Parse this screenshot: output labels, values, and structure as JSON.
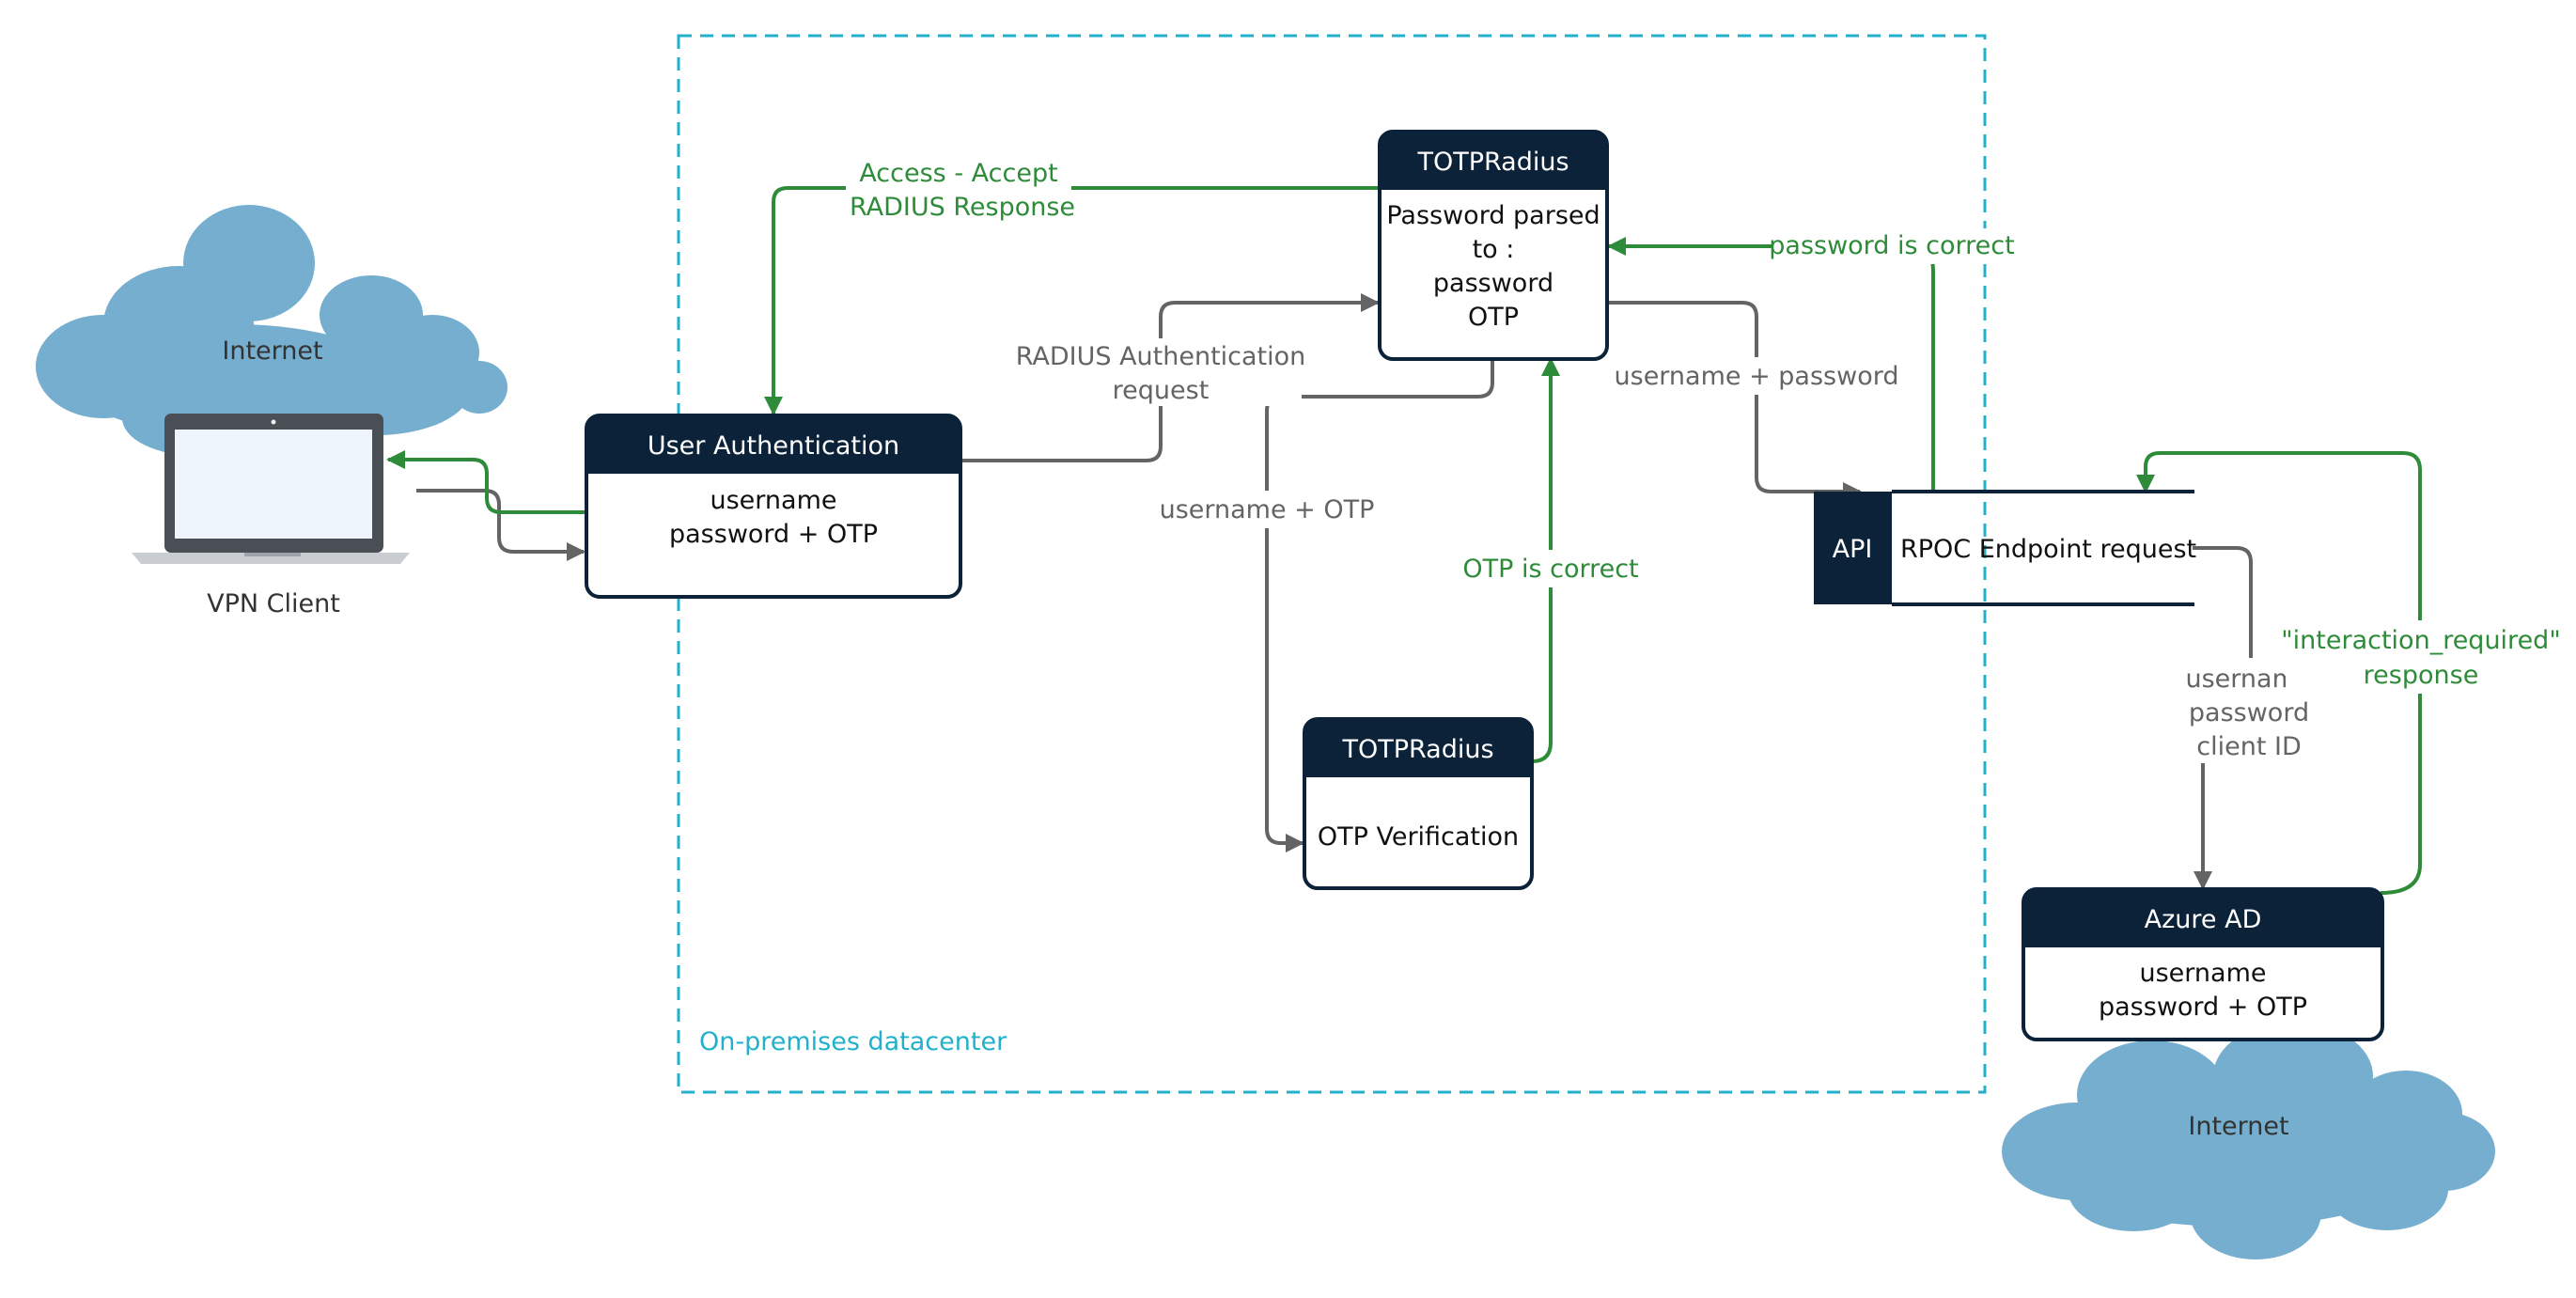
{
  "colors": {
    "navy": "#0b2239",
    "green": "#2e8b3a",
    "gray": "#646464",
    "cloud": "#75aece",
    "dashed_border": "#22b0cb",
    "text_dark": "#111111",
    "laptop_frame": "#4a4e55",
    "laptop_screen": "#eef4fb"
  },
  "clouds": {
    "left_label": "Internet",
    "right_label": "Internet"
  },
  "vpn_client": {
    "label": "VPN Client"
  },
  "datacenter": {
    "label": "On-premises datacenter"
  },
  "user_auth": {
    "title": "User Authentication",
    "line1": "username",
    "line2": "password + OTP"
  },
  "totp_top": {
    "title": "TOTPRadius",
    "line1": "Password parsed",
    "line2": "to :",
    "line3": "password",
    "line4": "OTP"
  },
  "totp_bottom": {
    "title": "TOTPRadius",
    "line1": "OTP Verification"
  },
  "api": {
    "tag": "API",
    "label": "RPOC Endpoint request"
  },
  "azure": {
    "title": "Azure AD",
    "line1": "username",
    "line2": "password + OTP"
  },
  "edges": {
    "access_accept_1": "Access - Accept",
    "access_accept_2": "RADIUS Response",
    "radius_req_1": "RADIUS Authentication",
    "radius_req_2": "request",
    "username_otp": "username + OTP",
    "otp_correct": "OTP is correct",
    "password_correct": "password is correct",
    "username_password": "username + password",
    "creds_1": "username",
    "creds_2": "password",
    "creds_3": "client ID",
    "interaction_1": "\"interaction_required\"",
    "interaction_2": "response"
  }
}
